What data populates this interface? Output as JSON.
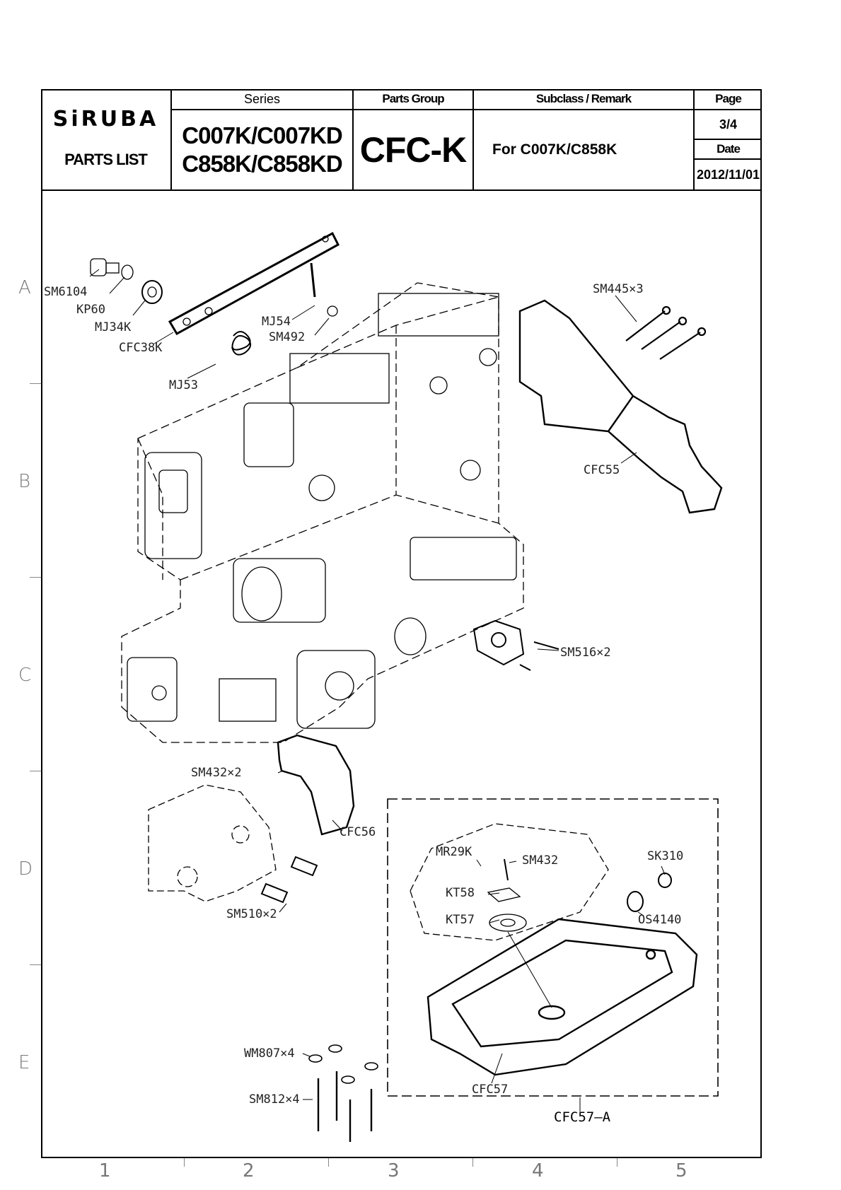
{
  "header": {
    "brand": "SiRUBA",
    "subtitle": "PARTS LIST",
    "series_label": "Series",
    "series_line1": "C007K/C007KD",
    "series_line2": "C858K/C858KD",
    "parts_group_label": "Parts Group",
    "parts_group": "CFC-K",
    "subclass_label": "Subclass / Remark",
    "subclass": "For  C007K/C858K",
    "page_label": "Page",
    "page": "3/4",
    "date_label": "Date",
    "date": "2012/11/01"
  },
  "grid": {
    "rows": [
      "A",
      "B",
      "C",
      "D",
      "E"
    ],
    "cols": [
      "1",
      "2",
      "3",
      "4",
      "5"
    ]
  },
  "callouts": {
    "sm6104": "SM6104",
    "kp60": "KP60",
    "mj34k": "MJ34K",
    "cfc38k": "CFC38K",
    "mj53": "MJ53",
    "mj54": "MJ54",
    "sm492": "SM492",
    "sm445": "SM445×3",
    "cfc55": "CFC55",
    "sm516": "SM516×2",
    "sm432x2": "SM432×2",
    "cfc56": "CFC56",
    "sm510": "SM510×2",
    "mr29k": "MR29K",
    "sm432": "SM432",
    "sk310": "SK310",
    "kt58": "KT58",
    "kt57": "KT57",
    "os4140": "OS4140",
    "wm807": "WM807×4",
    "sm812": "SM812×4",
    "cfc57": "CFC57",
    "cfc57a": "CFC57–A"
  }
}
